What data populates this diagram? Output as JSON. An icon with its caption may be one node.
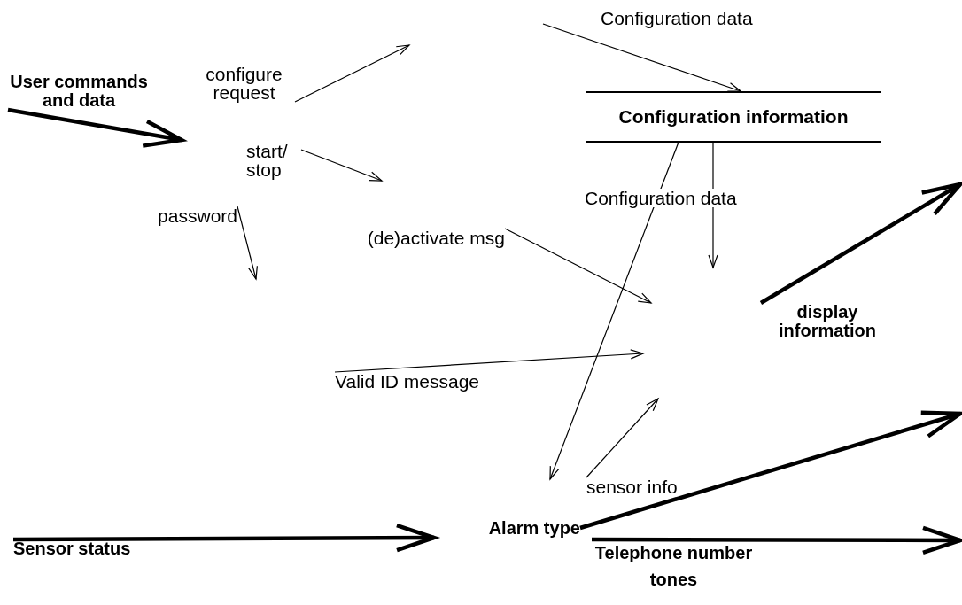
{
  "diagram": {
    "nodes": [
      {
        "text": [
          "User commands and data"
        ]
      },
      {
        "text": [
          "configure request"
        ]
      },
      {
        "text": [
          "Configuration information"
        ]
      },
      {
        "text": [
          "start/ stop"
        ]
      },
      {
        "text": [
          "password"
        ]
      },
      {
        "text": [
          "(de)activate msg"
        ]
      },
      {
        "text": [
          "display information"
        ]
      },
      {
        "text": [
          "Valid ID message"
        ]
      },
      {
        "text": [
          "sensor info"
        ]
      },
      {
        "text": [
          "Alarm type"
        ]
      },
      {
        "text": [
          "Sensor status"
        ]
      },
      {
        "text": [
          "Telephone number tones"
        ]
      }
    ],
    "edges": [
      {
        "from": 0,
        "to": null,
        "arrow": "to",
        "style": "thick"
      },
      {
        "from": 1,
        "to": null,
        "arrow": "to"
      },
      {
        "from": null,
        "to": 2,
        "arrow": "to",
        "label": "Configuration data"
      },
      {
        "from": 3,
        "to": null,
        "arrow": "to"
      },
      {
        "from": 4,
        "to": null,
        "arrow": "to"
      },
      {
        "from": 2,
        "to": null,
        "arrow": "to",
        "label": "Configuration data"
      },
      {
        "from": 5,
        "to": null,
        "arrow": "to"
      },
      {
        "from": 7,
        "to": null,
        "arrow": "to"
      },
      {
        "from": 2,
        "to": null,
        "arrow": "to"
      },
      {
        "from": 8,
        "to": null,
        "arrow": "to"
      },
      {
        "from": 6,
        "to": null,
        "arrow": "to",
        "style": "thick"
      },
      {
        "from": 10,
        "to": null,
        "arrow": "to",
        "style": "thick"
      },
      {
        "from": 9,
        "to": null,
        "arrow": "to",
        "style": "thick"
      },
      {
        "from": 11,
        "to": null,
        "arrow": "to",
        "style": "thick"
      }
    ]
  }
}
